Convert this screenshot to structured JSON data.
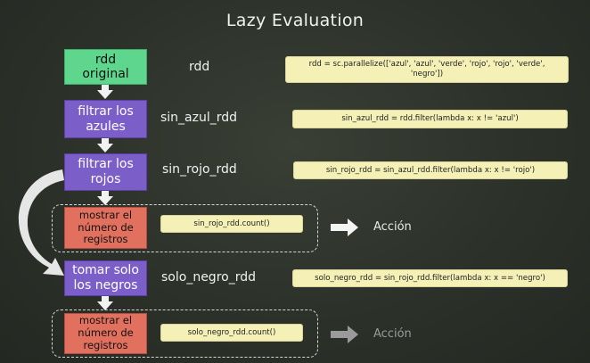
{
  "title": "Lazy Evaluation",
  "steps": {
    "rdd_original": {
      "label_line1": "rdd",
      "label_line2": "original",
      "var": "rdd",
      "code_line1": "rdd = sc.parallelize(['azul', 'azul', 'verde', 'rojo', 'rojo', 'verde',",
      "code_line2": "'negro'])"
    },
    "filtrar_azules": {
      "label_line1": "filtrar los",
      "label_line2": "azules",
      "var": "sin_azul_rdd",
      "code": "sin_azul_rdd = rdd.filter(lambda x: x != 'azul')"
    },
    "filtrar_rojos": {
      "label_line1": "filtrar los",
      "label_line2": "rojos",
      "var": "sin_rojo_rdd",
      "code": "sin_rojo_rdd = sin_azul_rdd.filter(lambda x: x != 'rojo')"
    },
    "mostrar_1": {
      "label_line1": "mostrar el",
      "label_line2": "número de",
      "label_line3": "registros",
      "code": "sin_rojo_rdd.count()",
      "result": "Acción"
    },
    "tomar_negros": {
      "label_line1": "tomar solo",
      "label_line2": "los negros",
      "var": "solo_negro_rdd",
      "code": "solo_negro_rdd = sin_rojo_rdd.filter(lambda x: x == 'negro')"
    },
    "mostrar_2": {
      "label_line1": "mostrar el",
      "label_line2": "número de",
      "label_line3": "registros",
      "code": "solo_negro_rdd.count()",
      "result": "Acción"
    }
  },
  "colors": {
    "transformation": "#7c5ec9",
    "source": "#5fd68e",
    "action": "#e1705f",
    "code_bg": "#f4f0b6",
    "background": "#2c312a"
  },
  "icons": [
    "arrow-down-icon",
    "arrow-right-icon",
    "curved-arrow-icon"
  ]
}
